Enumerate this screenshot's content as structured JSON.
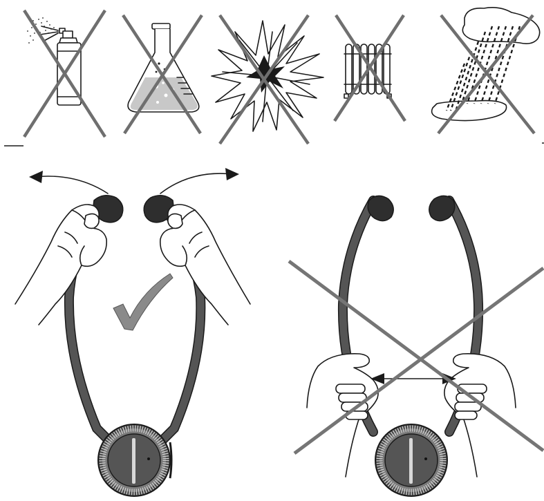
{
  "icons": {
    "warnings": [
      {
        "name": "spray-can-icon",
        "prohibited": true
      },
      {
        "name": "chemical-flask-icon",
        "prohibited": true
      },
      {
        "name": "explosion-icon",
        "prohibited": true
      },
      {
        "name": "radiator-heat-icon",
        "prohibited": true
      },
      {
        "name": "rain-moisture-icon",
        "prohibited": true
      }
    ],
    "usage": [
      {
        "name": "correct-handling-illustration",
        "status": "correct",
        "symbol": "checkmark-icon"
      },
      {
        "name": "incorrect-handling-illustration",
        "status": "incorrect",
        "symbol": "cross-icon"
      }
    ]
  },
  "colors": {
    "prohibition_cross": "#6f6f6f",
    "headset_band": "#555555",
    "earpiece": "#2e2e2e",
    "checkmark": "#8a8a8a",
    "ink": "#1a1a1a"
  }
}
